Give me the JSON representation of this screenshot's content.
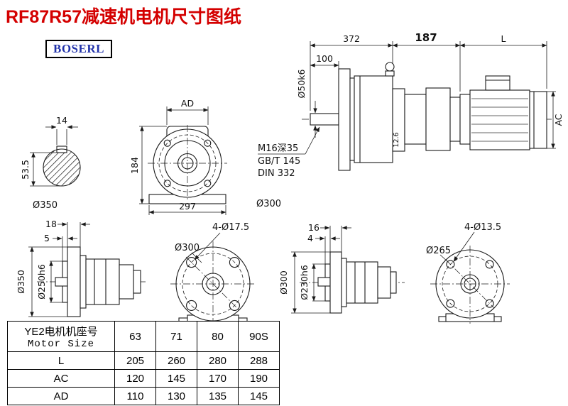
{
  "header": {
    "title": "RF87R57减速机电机尺寸图纸",
    "logo": "BOSERL"
  },
  "drawing": {
    "shaft_section": {
      "key_width": "14",
      "key_depth": "53.5",
      "dia_label": "Ø350"
    },
    "front_view": {
      "dim_ad": "AD",
      "dim_height": "184",
      "dim_width": "297",
      "flange_label": "Ø300"
    },
    "side_view": {
      "dim_gear_length": "372",
      "dim_adapter_length": "187",
      "dim_motor_length": "L",
      "dim_shaft_length": "100",
      "shaft_dia": "Ø50k6",
      "dim_motor_dia": "AC",
      "dim_offset": "12.6",
      "thread_note": "M16深35",
      "standard_1": "GB/T 145",
      "standard_2": "DIN 332"
    },
    "flange_view_left": {
      "dim_thickness": "18",
      "dim_step": "5",
      "dim_outer_dia": "Ø350",
      "dim_spigot_dia": "Ø250h6",
      "bolt_circle_label": "Ø300",
      "holes_label": "4-Ø17.5"
    },
    "flange_view_right": {
      "dim_thickness": "16",
      "dim_step": "4",
      "dim_outer_dia": "Ø300",
      "dim_spigot_dia": "Ø230h6",
      "bolt_circle_label": "Ø265",
      "holes_label": "4-Ø13.5"
    }
  },
  "table": {
    "header_cn": "YE2电机机座号",
    "header_en": "Motor Size",
    "sizes": [
      "63",
      "71",
      "80",
      "90S"
    ],
    "rows": [
      {
        "label": "L",
        "values": [
          "205",
          "260",
          "280",
          "288"
        ]
      },
      {
        "label": "AC",
        "values": [
          "120",
          "145",
          "170",
          "190"
        ]
      },
      {
        "label": "AD",
        "values": [
          "110",
          "130",
          "135",
          "145"
        ]
      }
    ]
  }
}
